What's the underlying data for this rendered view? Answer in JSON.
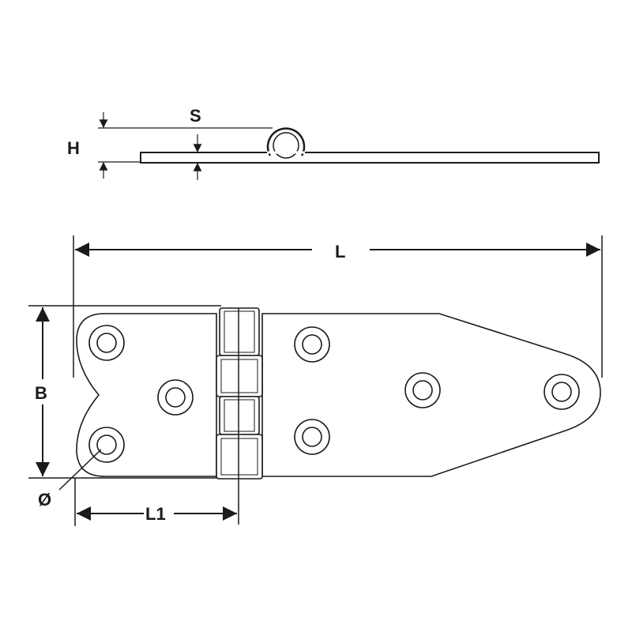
{
  "labels": {
    "s": "S",
    "h": "H",
    "l": "L",
    "b": "B",
    "diameter": "Ø",
    "l1": "L1"
  },
  "colors": {
    "line": "#1a1a1a",
    "background": "#ffffff"
  }
}
